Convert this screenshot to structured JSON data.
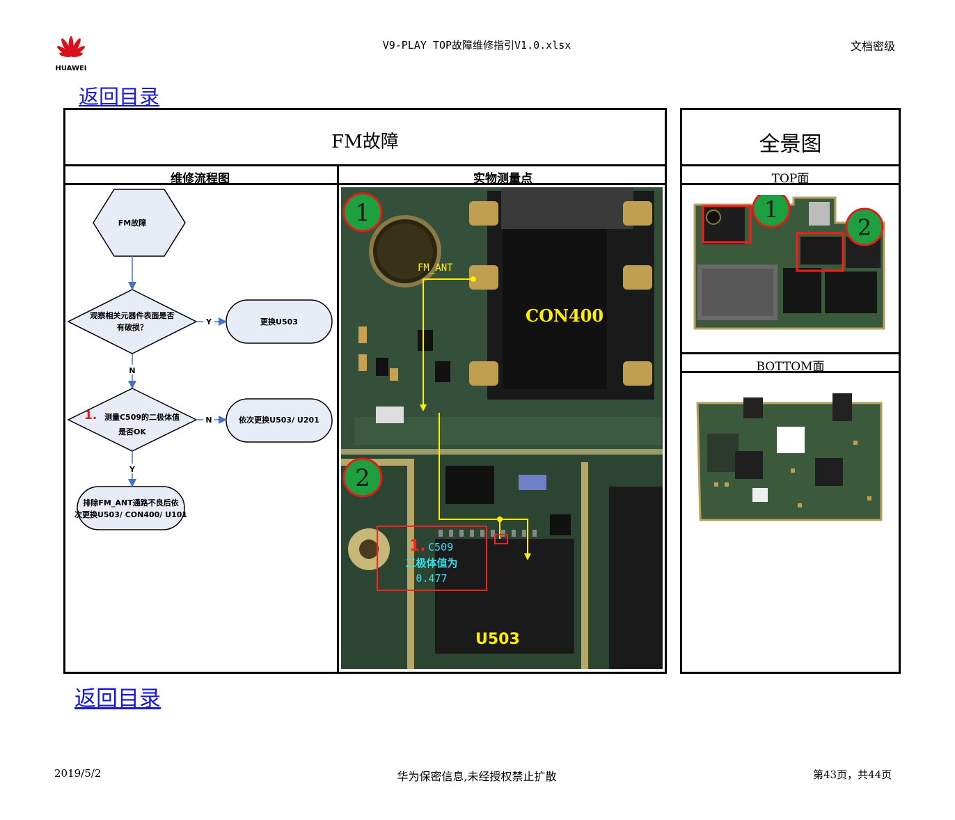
{
  "header": {
    "brand": "HUAWEI",
    "filename": "V9-PLAY TOP故障维修指引V1.0.xlsx",
    "security": "文档密级"
  },
  "links": {
    "back_top": "返回目录",
    "back_bottom": "返回目录"
  },
  "main": {
    "title": "FM故障",
    "flow_header": "维修流程图",
    "measure_header": "实物测量点"
  },
  "overview": {
    "title": "全景图",
    "top_label": "TOP面",
    "bottom_label": "BOTTOM面",
    "markers": [
      "1",
      "2"
    ]
  },
  "flowchart": {
    "start": "FM故障",
    "q1_line1": "观察相关元器件表面是否",
    "q1_line2": "有破损？",
    "q1_yes": "Y",
    "q1_no": "N",
    "a1": "更换U503",
    "q2_num": "1.",
    "q2_line1": "测量C509的二极体值",
    "q2_line2": "是否OK",
    "q2_no": "N",
    "q2_yes": "Y",
    "a2": "依次更换U503/ U201",
    "end_line1": "排除FM_ANT通路不良后依",
    "end_line2": "次更换U503/ CON400/ U101"
  },
  "photo": {
    "marker1": "1",
    "marker2": "2",
    "fm_ant": "FM_ANT",
    "con400": "CON400",
    "u503": "U503",
    "anno_num": "1.",
    "anno_part": "C509",
    "anno_line2": "二极体值为",
    "anno_value": "0.477"
  },
  "footer": {
    "date": "2019/5/2",
    "notice": "华为保密信息,未经授权禁止扩散",
    "page": "第43页，共44页"
  }
}
